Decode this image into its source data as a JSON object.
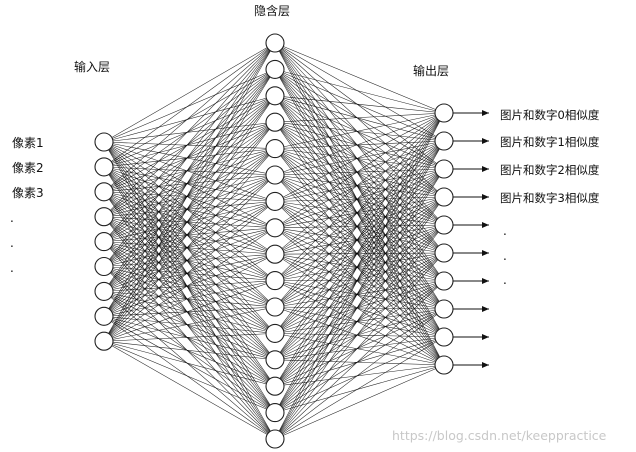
{
  "labels": {
    "hidden_layer": "隐含层",
    "input_layer": "输入层",
    "output_layer": "输出层"
  },
  "input_labels": [
    "像素1",
    "像素2",
    "像素3",
    ".",
    ".",
    "."
  ],
  "output_labels": [
    "图片和数字0相似度",
    "图片和数字1相似度",
    "图片和数字2相似度",
    "图片和数字3相似度",
    ".",
    ".",
    "."
  ],
  "watermark": "https://blog.csdn.net/keeppractice",
  "network": {
    "input_nodes": 9,
    "hidden_nodes": 16,
    "output_nodes": 10
  },
  "colors": {
    "stroke": "#222222",
    "background": "#ffffff",
    "watermark": "#c8c8c8"
  }
}
